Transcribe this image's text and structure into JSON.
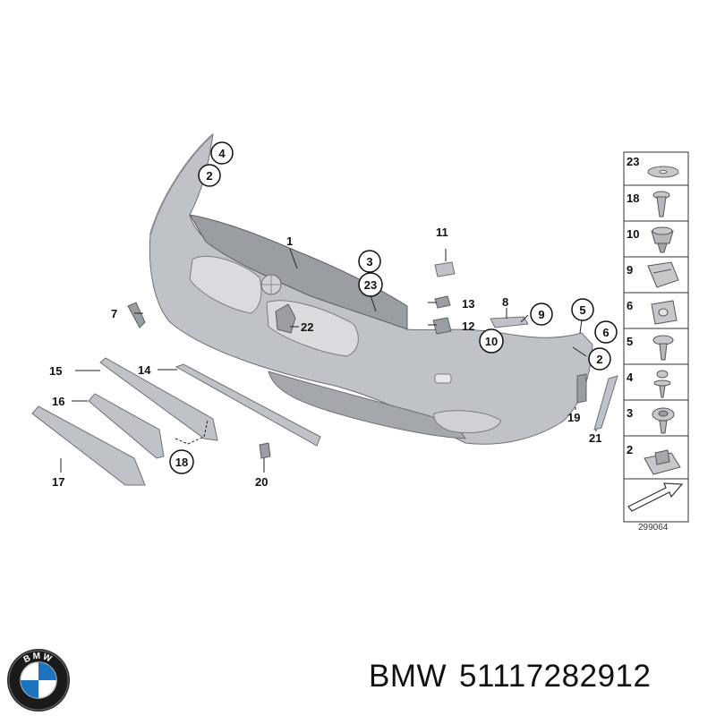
{
  "diagram": {
    "figure_number": "299064",
    "callouts": [
      {
        "label": "1"
      },
      {
        "label": "2"
      },
      {
        "label": "3"
      },
      {
        "label": "4"
      },
      {
        "label": "23"
      },
      {
        "label": "11"
      },
      {
        "label": "13"
      },
      {
        "label": "12"
      },
      {
        "label": "8"
      },
      {
        "label": "9"
      },
      {
        "label": "10"
      },
      {
        "label": "5"
      },
      {
        "label": "6"
      },
      {
        "label": "2"
      },
      {
        "label": "7"
      },
      {
        "label": "22"
      },
      {
        "label": "15"
      },
      {
        "label": "14"
      },
      {
        "label": "16"
      },
      {
        "label": "18"
      },
      {
        "label": "17"
      },
      {
        "label": "20"
      },
      {
        "label": "19"
      },
      {
        "label": "21"
      }
    ],
    "legend": {
      "items": [
        {
          "label": "23",
          "icon": "washer-icon"
        },
        {
          "label": "18",
          "icon": "expanding-rivet-icon"
        },
        {
          "label": "10",
          "icon": "spreading-nut-icon"
        },
        {
          "label": "9",
          "icon": "clip-nut-icon"
        },
        {
          "label": "6",
          "icon": "clamp-nut-icon"
        },
        {
          "label": "5",
          "icon": "hex-screw-icon"
        },
        {
          "label": "4",
          "icon": "fillister-screw-icon"
        },
        {
          "label": "3",
          "icon": "collar-screw-icon"
        },
        {
          "label": "2",
          "icon": "speed-nut-icon"
        }
      ],
      "direction_icon": "front-direction-arrow-icon"
    }
  },
  "brand": {
    "logo_text": "BMW",
    "caption_brand": "BMW",
    "caption_part_number": "51117282912"
  }
}
